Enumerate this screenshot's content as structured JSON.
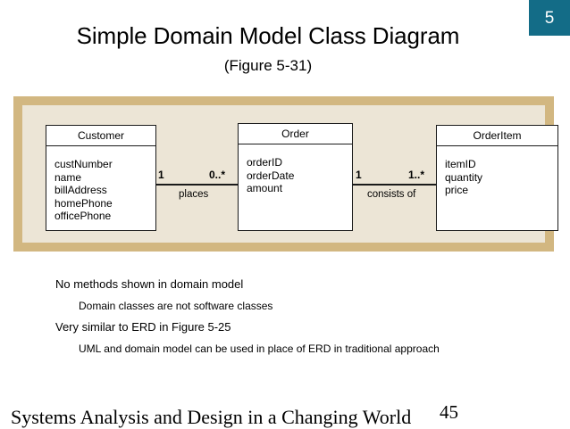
{
  "slide": {
    "chapter_badge": "5",
    "title": "Simple Domain Model Class Diagram",
    "subtitle": "(Figure 5-31)",
    "footer_title": "Systems Analysis and Design in a Changing World",
    "page_number": "45"
  },
  "colors": {
    "badge_background": "#136C87",
    "frame_border": "#d2b781",
    "frame_background": "#ece5d6",
    "class_box_background": "#ffffff",
    "line": "#1a1a1a"
  },
  "diagram": {
    "classes": [
      {
        "name": "Customer",
        "attributes": [
          "custNumber",
          "name",
          "billAddress",
          "homePhone",
          "officePhone"
        ]
      },
      {
        "name": "Order",
        "attributes": [
          "orderID",
          "orderDate",
          "amount"
        ]
      },
      {
        "name": "OrderItem",
        "attributes": [
          "itemID",
          "quantity",
          "price"
        ]
      }
    ],
    "associations": [
      {
        "label": "places",
        "from_class": "Customer",
        "to_class": "Order",
        "from_multiplicity": "1",
        "to_multiplicity": "0..*"
      },
      {
        "label": "consists of",
        "from_class": "Order",
        "to_class": "OrderItem",
        "from_multiplicity": "1",
        "to_multiplicity": "1..*"
      }
    ]
  },
  "bullets": [
    {
      "level": 1,
      "text": "No methods shown in domain model"
    },
    {
      "level": 2,
      "text": "Domain classes are not software classes"
    },
    {
      "level": 1,
      "text": "Very similar to ERD in Figure 5-25"
    },
    {
      "level": 2,
      "text": "UML and domain model can be used in place of ERD in traditional approach"
    }
  ]
}
